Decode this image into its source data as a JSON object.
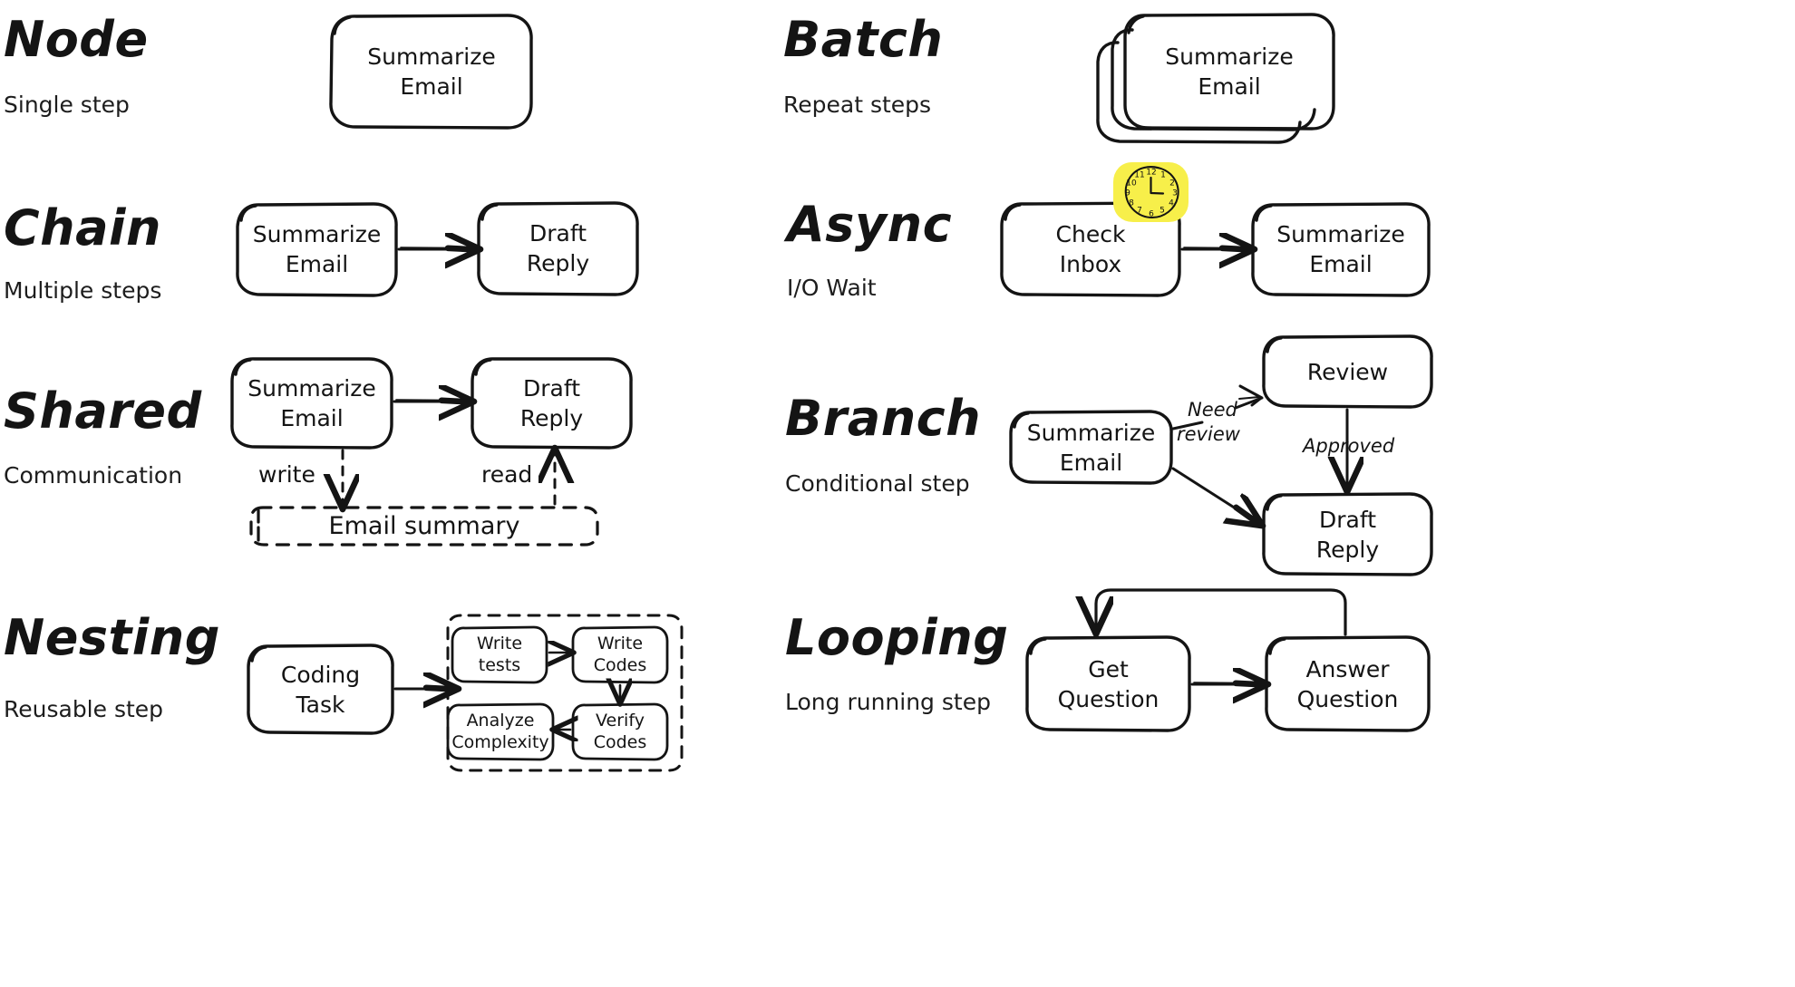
{
  "meta": {
    "background": "#ffffff",
    "ink": "#141414",
    "accent_yellow": "#f7ef4a"
  },
  "rows": [
    {
      "id": "node",
      "title": "Node",
      "subtitle": "Single step",
      "nodes": [
        {
          "id": "summarize-email",
          "label": "Summarize\nEmail"
        }
      ],
      "edges": []
    },
    {
      "id": "batch",
      "title": "Batch",
      "subtitle": "Repeat steps",
      "nodes": [
        {
          "id": "summarize-email-stack",
          "label": "Summarize\nEmail",
          "stacked": 3
        }
      ],
      "edges": []
    },
    {
      "id": "chain",
      "title": "Chain",
      "subtitle": "Multiple steps",
      "nodes": [
        {
          "id": "summarize-email",
          "label": "Summarize\nEmail"
        },
        {
          "id": "draft-reply",
          "label": "Draft\nReply"
        }
      ],
      "edges": [
        {
          "from": "summarize-email",
          "to": "draft-reply",
          "label": "",
          "style": "solid"
        }
      ]
    },
    {
      "id": "async",
      "title": "Async",
      "subtitle": "I/O Wait",
      "nodes": [
        {
          "id": "check-inbox",
          "label": "Check\nInbox"
        },
        {
          "id": "summarize-email",
          "label": "Summarize\nEmail"
        }
      ],
      "edges": [
        {
          "from": "check-inbox",
          "to": "summarize-email",
          "label": "",
          "style": "solid"
        }
      ],
      "decoration": {
        "id": "clock-icon",
        "time": "3:00"
      }
    },
    {
      "id": "shared",
      "title": "Shared",
      "subtitle": "Communication",
      "nodes": [
        {
          "id": "summarize-email",
          "label": "Summarize\nEmail"
        },
        {
          "id": "draft-reply",
          "label": "Draft\nReply"
        },
        {
          "id": "email-summary-store",
          "label": "Email summary",
          "style": "dashed"
        }
      ],
      "edges": [
        {
          "from": "summarize-email",
          "to": "draft-reply",
          "label": "",
          "style": "solid"
        },
        {
          "from": "summarize-email",
          "to": "email-summary-store",
          "label": "write",
          "style": "dashed"
        },
        {
          "from": "email-summary-store",
          "to": "draft-reply",
          "label": "read",
          "style": "dashed"
        }
      ]
    },
    {
      "id": "branch",
      "title": "Branch",
      "subtitle": "Conditional step",
      "nodes": [
        {
          "id": "summarize-email",
          "label": "Summarize\nEmail"
        },
        {
          "id": "review",
          "label": "Review"
        },
        {
          "id": "draft-reply",
          "label": "Draft\nReply"
        }
      ],
      "edges": [
        {
          "from": "summarize-email",
          "to": "review",
          "label": "Need\nreview",
          "style": "solid"
        },
        {
          "from": "review",
          "to": "draft-reply",
          "label": "Approved",
          "style": "solid"
        },
        {
          "from": "summarize-email",
          "to": "draft-reply",
          "label": "",
          "style": "solid"
        }
      ]
    },
    {
      "id": "nesting",
      "title": "Nesting",
      "subtitle": "Reusable step",
      "nodes": [
        {
          "id": "coding-task",
          "label": "Coding\nTask"
        },
        {
          "id": "write-tests",
          "label": "Write\ntests"
        },
        {
          "id": "write-codes",
          "label": "Write\nCodes"
        },
        {
          "id": "verify-codes",
          "label": "Verify\nCodes"
        },
        {
          "id": "analyze-complexity",
          "label": "Analyze\nComplexity"
        },
        {
          "id": "subflow-group",
          "label": "",
          "style": "dashed"
        }
      ],
      "edges": [
        {
          "from": "coding-task",
          "to": "subflow-group",
          "label": "",
          "style": "solid"
        },
        {
          "from": "write-tests",
          "to": "write-codes",
          "label": "",
          "style": "solid"
        },
        {
          "from": "write-codes",
          "to": "verify-codes",
          "label": "",
          "style": "solid"
        },
        {
          "from": "verify-codes",
          "to": "analyze-complexity",
          "label": "",
          "style": "solid"
        }
      ]
    },
    {
      "id": "looping",
      "title": "Looping",
      "subtitle": "Long running step",
      "nodes": [
        {
          "id": "get-question",
          "label": "Get\nQuestion"
        },
        {
          "id": "answer-question",
          "label": "Answer\nQuestion"
        }
      ],
      "edges": [
        {
          "from": "get-question",
          "to": "answer-question",
          "label": "",
          "style": "solid"
        },
        {
          "from": "answer-question",
          "to": "get-question",
          "label": "",
          "style": "solid-loop"
        }
      ]
    }
  ],
  "labels": {
    "node_title": "Node",
    "node_sub": "Single step",
    "node_box": "Summarize\nEmail",
    "batch_title": "Batch",
    "batch_sub": "Repeat steps",
    "batch_box": "Summarize\nEmail",
    "chain_title": "Chain",
    "chain_sub": "Multiple steps",
    "chain_box1": "Summarize\nEmail",
    "chain_box2": "Draft\nReply",
    "async_title": "Async",
    "async_sub": "I/O Wait",
    "async_box1": "Check\nInbox",
    "async_box2": "Summarize\nEmail",
    "shared_title": "Shared",
    "shared_sub": "Communication",
    "shared_box1": "Summarize\nEmail",
    "shared_box2": "Draft\nReply",
    "shared_store": "Email summary",
    "shared_write": "write",
    "shared_read": "read",
    "branch_title": "Branch",
    "branch_sub": "Conditional step",
    "branch_box1": "Summarize\nEmail",
    "branch_box2": "Review",
    "branch_box3": "Draft\nReply",
    "branch_need": "Need",
    "branch_review": "review",
    "branch_approved": "Approved",
    "nesting_title": "Nesting",
    "nesting_sub": "Reusable step",
    "nesting_box1": "Coding\nTask",
    "nesting_wt": "Write\ntests",
    "nesting_wc": "Write\nCodes",
    "nesting_vc": "Verify\nCodes",
    "nesting_ac": "Analyze\nComplexity",
    "looping_title": "Looping",
    "looping_sub": "Long running step",
    "looping_box1": "Get\nQuestion",
    "looping_box2": "Answer\nQuestion"
  },
  "clock": {
    "numerals": [
      "12",
      "1",
      "2",
      "3",
      "4",
      "5",
      "6",
      "7",
      "8",
      "9",
      "10",
      "11"
    ],
    "time": "3:00"
  }
}
